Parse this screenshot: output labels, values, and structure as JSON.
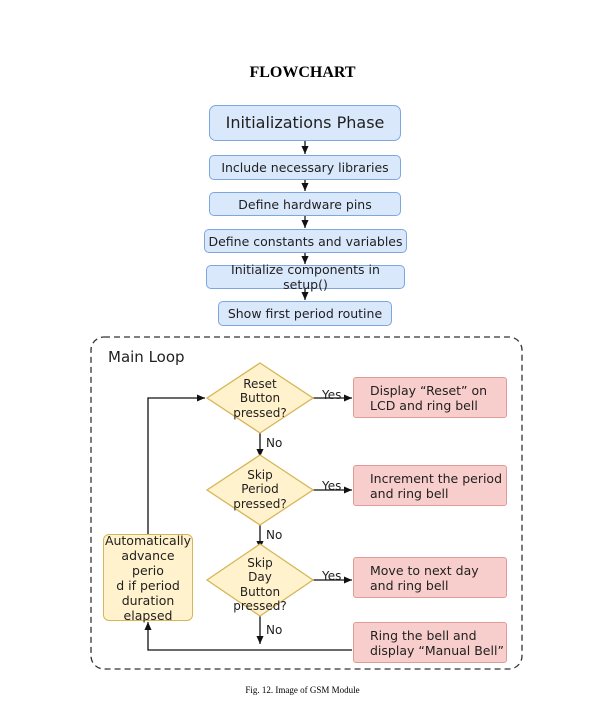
{
  "title": "FLOWCHART",
  "caption": "Fig. 12.  Image of GSM Module",
  "init_phase": {
    "header": "Initializations Phase",
    "steps": [
      "Include necessary libraries",
      "Define hardware pins",
      "Define constants and variables",
      "Initialize components in setup()",
      "Show first period routine"
    ]
  },
  "main_loop": {
    "title": "Main Loop",
    "decisions": [
      {
        "lines": [
          "Reset",
          "Button",
          "pressed?"
        ]
      },
      {
        "lines": [
          "Skip",
          "Period",
          "pressed?"
        ]
      },
      {
        "lines": [
          "Skip",
          "Day",
          "Button",
          "pressed?"
        ]
      }
    ],
    "actions": [
      {
        "lines": [
          "Display “Reset” on",
          "LCD and ring bell"
        ]
      },
      {
        "lines": [
          "Increment the period",
          "and ring bell"
        ]
      },
      {
        "lines": [
          "Move to next day",
          "and ring bell"
        ]
      },
      {
        "lines": [
          "Ring the bell and",
          "display “Manual Bell”"
        ]
      }
    ],
    "auto_advance": {
      "lines": [
        "Automatically",
        "advance perio",
        "d if period",
        "duration",
        "elapsed"
      ]
    },
    "yes_label": "Yes",
    "no_label": "No"
  },
  "colors": {
    "process_fill": "#dae8fc",
    "process_border": "#7ea6e0",
    "decision_fill": "#fff2cc",
    "decision_border": "#d6b656",
    "action_fill": "#f8cecc",
    "action_border": "#e09b98",
    "line": "#111111"
  }
}
